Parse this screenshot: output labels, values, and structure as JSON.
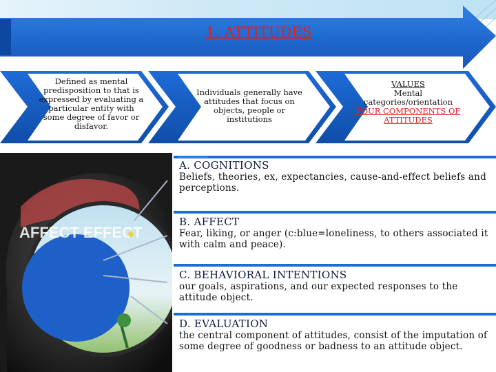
{
  "slide": {
    "title": "1. ATTITUDES",
    "chevrons": [
      {
        "text": "Defined as mental predisposition to that is expressed by evaluating a particular entity with some degree of favor or disfavor."
      },
      {
        "text": "Individuals generally have attitudes that focus on objects, people or institutions"
      },
      {
        "title": "VALUES",
        "subtitle": "Mental categories/orientation",
        "link": "FOUR COMPONENTS OF ATTITUDES"
      }
    ],
    "image_text": "AFFECT EFFECT",
    "components": [
      {
        "name": "A. COGNITIONS",
        "desc": "Beliefs, theories, ex, expectancies, cause-and-effect beliefs and perceptions."
      },
      {
        "name": "B. AFFECT",
        "desc": "Fear, liking, or anger (c:blue=loneliness, to others associated it with calm and peace)."
      },
      {
        "name": "C. BEHAVIORAL INTENTIONS",
        "desc": "our goals, aspirations, and our expected responses to the attitude object."
      },
      {
        "name": "D. EVALUATION",
        "desc": "the central component of attitudes, consist of the imputation of some degree of goodness or badness to an attitude object."
      }
    ]
  },
  "colors": {
    "primary_blue": "#1e6bd8",
    "dark_blue": "#0d3f8f",
    "title_red": "#e02020",
    "chevron_fill": "#1a5fc2"
  }
}
